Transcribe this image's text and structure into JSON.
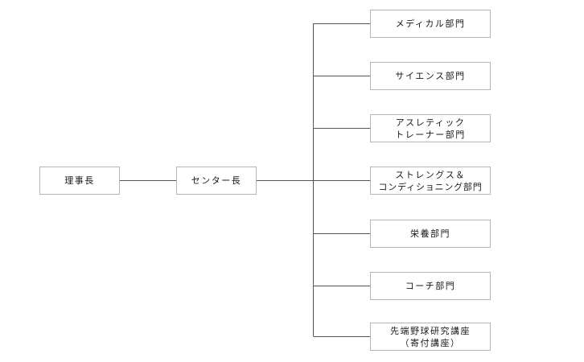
{
  "org_chart": {
    "chairman": "理事長",
    "center_head": "センター長",
    "departments": [
      {
        "lines": [
          "メディカル部門"
        ]
      },
      {
        "lines": [
          "サイエンス部門"
        ]
      },
      {
        "lines": [
          "アスレティック",
          "トレーナー部門"
        ]
      },
      {
        "lines": [
          "ストレングス＆",
          "コンディショニング部門"
        ]
      },
      {
        "lines": [
          "栄養部門"
        ]
      },
      {
        "lines": [
          "コーチ部門"
        ]
      },
      {
        "lines": [
          "先端野球研究講座",
          "（寄付講座）"
        ]
      }
    ]
  },
  "colors": {
    "line": "#555555",
    "box_border": "#b5b5b5",
    "text": "#1a1a1a"
  }
}
